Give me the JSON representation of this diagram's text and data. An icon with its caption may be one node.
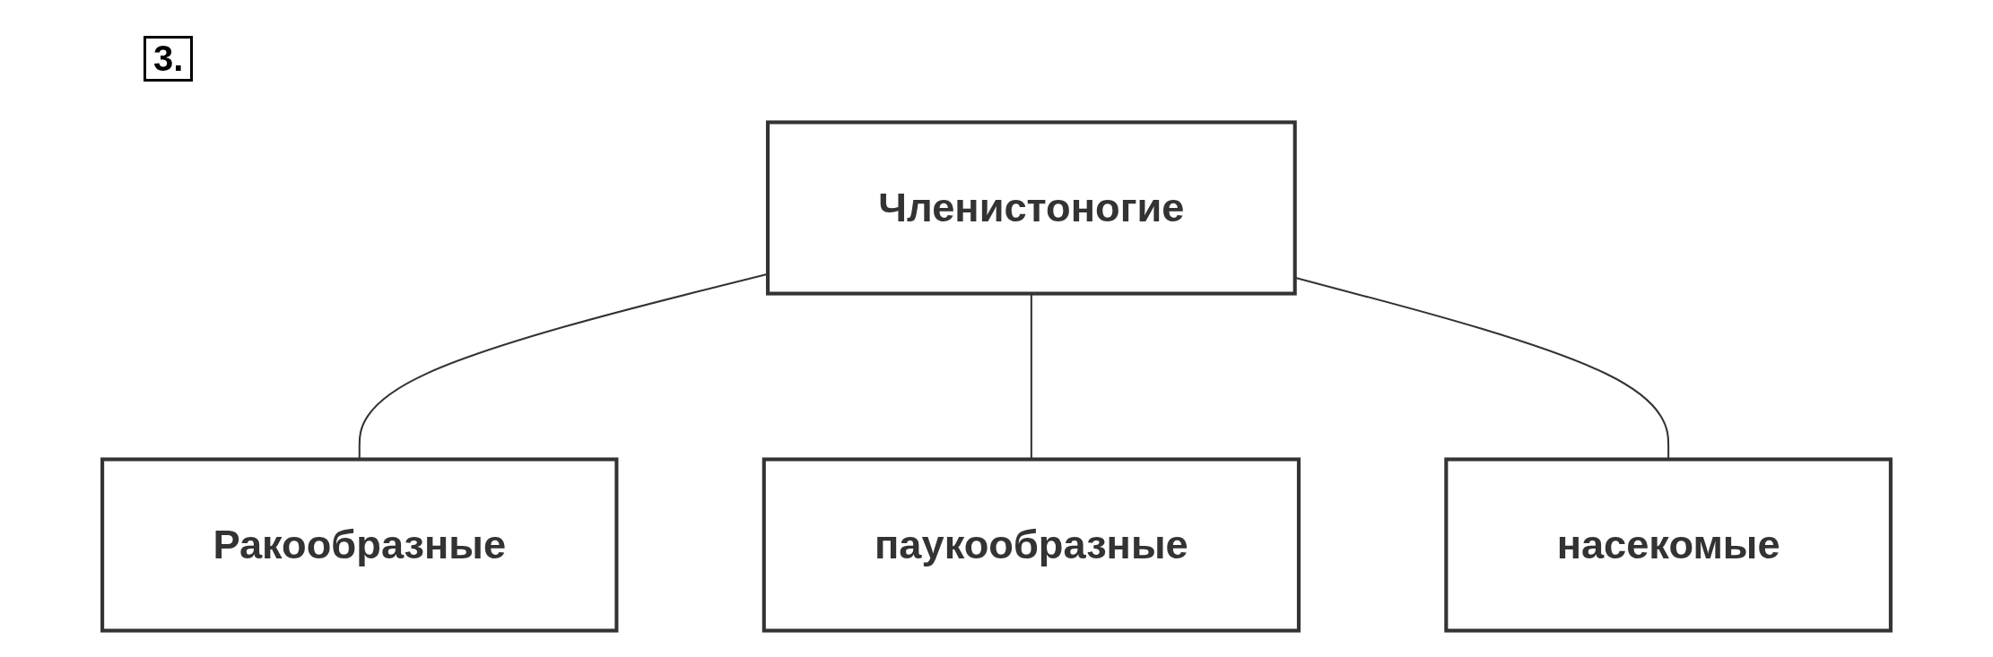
{
  "diagram": {
    "nodes": [
      {
        "text": [
          "Членистоногие"
        ]
      },
      {
        "text": [
          "Ракообразные"
        ]
      },
      {
        "text": [
          "паукообразные"
        ]
      },
      {
        "text": [
          "насекомые"
        ]
      }
    ],
    "edges": [
      {
        "from": 0,
        "to": 1,
        "arrow": "none"
      },
      {
        "from": 0,
        "to": 2,
        "arrow": "none"
      },
      {
        "from": 0,
        "to": 3,
        "arrow": "none"
      }
    ],
    "labels": [
      "3."
    ]
  }
}
